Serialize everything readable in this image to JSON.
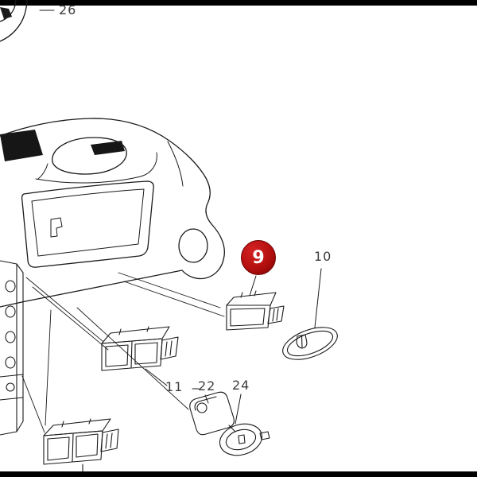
{
  "diagram": {
    "background_color": "#ffffff",
    "letterbox_color": "#000000",
    "line_color": "#1a1a1a",
    "label_color": "#3d3d3d",
    "callouts": {
      "c26": {
        "label": "26"
      },
      "c9": {
        "label": "9",
        "badge_color": "#b40f0f",
        "badge_text_color": "#ffffff"
      },
      "c10": {
        "label": "10"
      },
      "c11": {
        "label": "11"
      },
      "c22": {
        "label": "22"
      },
      "c24": {
        "label": "24"
      }
    }
  }
}
